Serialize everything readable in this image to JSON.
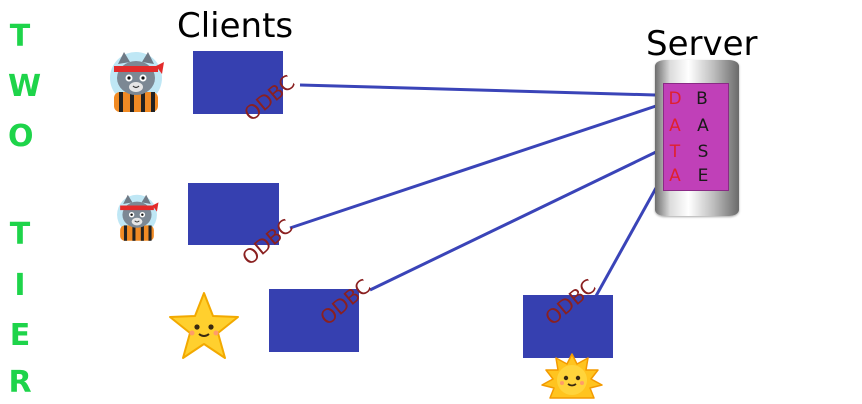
{
  "side_title_letters": [
    "T",
    "W",
    "O",
    "T",
    "I",
    "E",
    "R"
  ],
  "clients_label": "Clients",
  "server_label": "Server",
  "odbc_label": "ODBC",
  "database": {
    "left_letters": [
      "D",
      "A",
      "T",
      "A"
    ],
    "right_letters": [
      "B",
      "A",
      "S",
      "E"
    ],
    "left_color": "#e0202e",
    "right_color": "#1a1a1a",
    "panel_color": "#c040b8"
  },
  "colors": {
    "title_green": "#1ed44a",
    "client_box": "#3640b0",
    "link_line": "#3a44b8",
    "odbc_text": "#8a2020"
  }
}
